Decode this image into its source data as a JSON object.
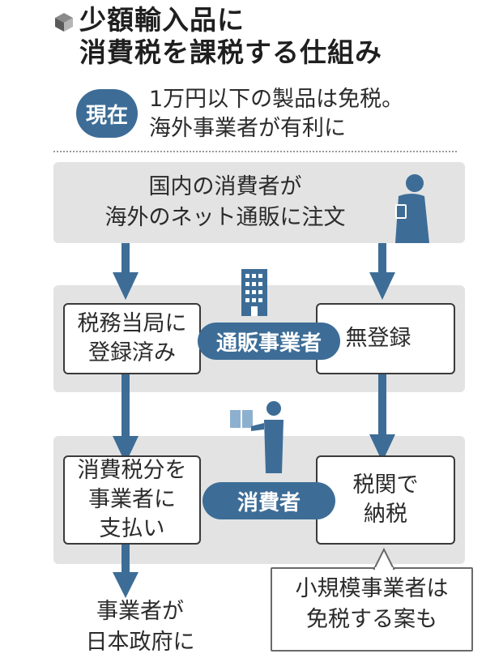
{
  "header": {
    "title_line1": "少額輸入品に",
    "title_line2": "消費税を課税する仕組み"
  },
  "current": {
    "badge": "現在",
    "line1": "1万円以下の製品は免税。",
    "line2": "海外事業者が有利に"
  },
  "step1": {
    "line1": "国内の消費者が",
    "line2": "海外のネット通販に注文"
  },
  "merchants": {
    "label": "通販事業者",
    "registered_line1": "税務当局に",
    "registered_line2": "登録済み",
    "unregistered": "無登録"
  },
  "consumers": {
    "label": "消費者",
    "pay_line1": "消費税分を",
    "pay_line2": "事業者に",
    "pay_line3": "支払い",
    "customs_line1": "税関で",
    "customs_line2": "納税"
  },
  "note": {
    "line1": "小規模事業者は",
    "line2": "免税する案も"
  },
  "bottom": {
    "line1": "事業者が",
    "line2": "日本政府に"
  },
  "colors": {
    "accent": "#3d6d97",
    "band": "#e3e3e3",
    "text": "#2b2b2b"
  },
  "icons": [
    "cube-icon",
    "person-icon",
    "building-icon",
    "person-with-package-icon"
  ]
}
